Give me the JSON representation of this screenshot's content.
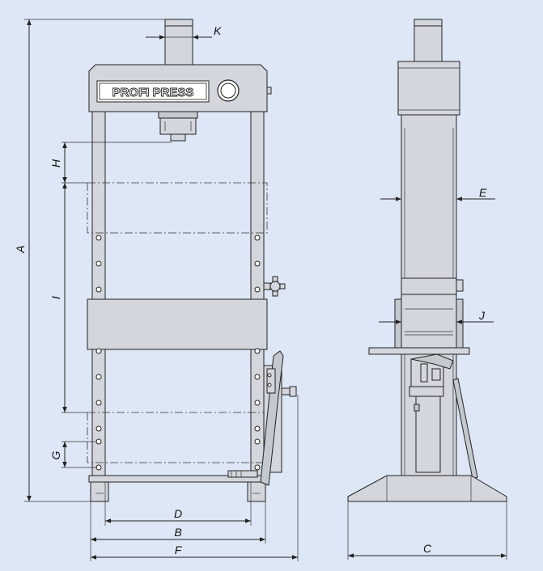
{
  "brand": {
    "logo_text": "PROFI PRESS"
  },
  "dimensions": {
    "A": "A",
    "B": "B",
    "C": "C",
    "D": "D",
    "E": "E",
    "F": "F",
    "G": "G",
    "H": "H",
    "I": "I",
    "J": "J",
    "K": "K"
  },
  "colors": {
    "background": "#dde7f5",
    "frame_fill": "#d3d7dd",
    "line": "#222222"
  }
}
